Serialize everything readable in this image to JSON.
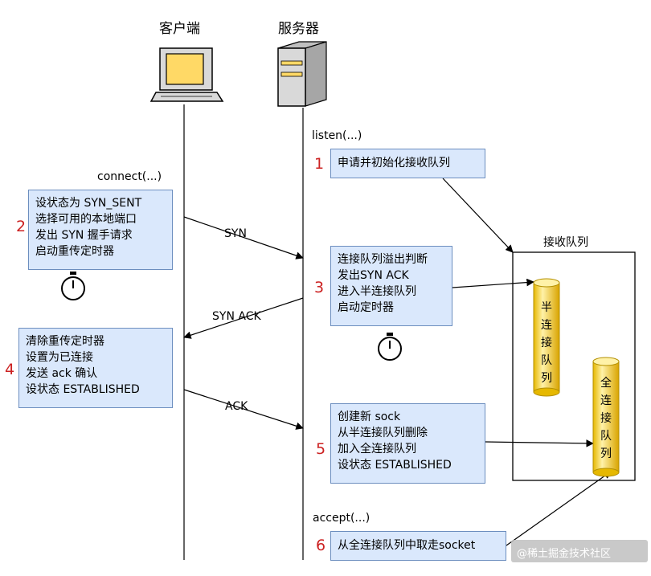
{
  "header": {
    "client": "客户端",
    "server": "服务器"
  },
  "calls": {
    "listen": "listen(...)",
    "connect": "connect(...)",
    "accept": "accept(...)"
  },
  "steps": [
    "1",
    "2",
    "3",
    "4",
    "5",
    "6"
  ],
  "boxes": {
    "s1": [
      "申请并初始化接收队列"
    ],
    "s2": [
      "设状态为 SYN_SENT",
      "选择可用的本地端口",
      "发出 SYN 握手请求",
      "启动重传定时器"
    ],
    "s3": [
      "连接队列溢出判断",
      "发出SYN ACK",
      "进入半连接队列",
      "启动定时器"
    ],
    "s4": [
      "清除重传定时器",
      "设置为已连接",
      "发送 ack 确认",
      "设状态 ESTABLISHED"
    ],
    "s5": [
      "创建新 sock",
      "从半连接队列删除",
      "加入全连接队列",
      "设状态 ESTABLISHED"
    ],
    "s6": [
      "从全连接队列中取走socket"
    ]
  },
  "messages": {
    "syn": "SYN",
    "synack": "SYN ACK",
    "ack": "ACK"
  },
  "queue": {
    "title": "接收队列",
    "half": [
      "半",
      "连",
      "接",
      "队",
      "列"
    ],
    "full": [
      "全",
      "连",
      "接",
      "队",
      "列"
    ]
  },
  "watermark": "@稀土掘金技术社区",
  "colors": {
    "box_fill": "#dae8fc",
    "box_border": "#6c8ebf",
    "step_red": "#cc2222",
    "queue_yellow": "#ffd966"
  }
}
